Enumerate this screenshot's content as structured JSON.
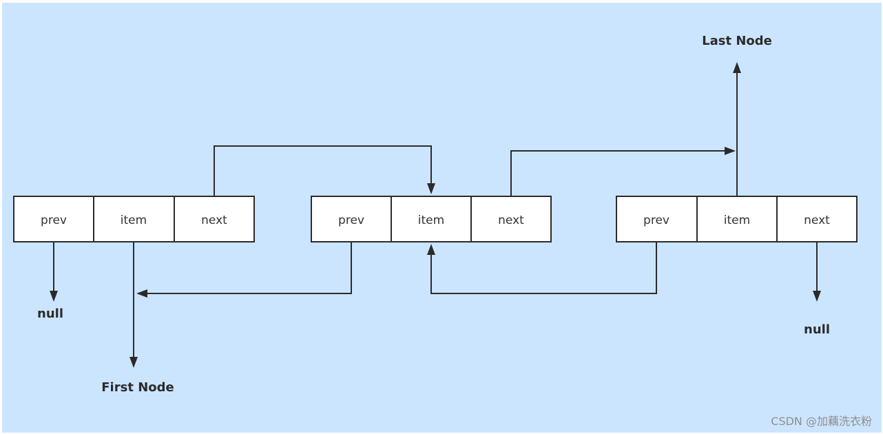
{
  "nodes": [
    {
      "cells": [
        "prev",
        "item",
        "next"
      ]
    },
    {
      "cells": [
        "prev",
        "item",
        "next"
      ]
    },
    {
      "cells": [
        "prev",
        "item",
        "next"
      ]
    }
  ],
  "labels": {
    "first_node": "First Node",
    "last_node": "Last Node",
    "null_first": "null",
    "null_last": "null"
  },
  "watermark": "CSDN @加藕洗衣粉",
  "colors": {
    "background": "#cce5ff",
    "line": "#2b2b2b",
    "cell_fill": "#ffffff"
  }
}
